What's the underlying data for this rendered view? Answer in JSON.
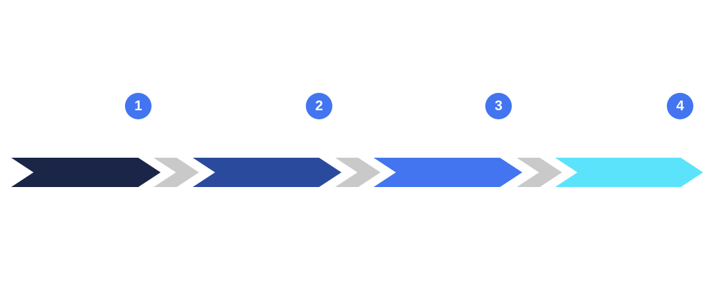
{
  "process": {
    "title": "",
    "badge_color": "#4275ef",
    "badge_text_color": "#ffffff",
    "connector_color": "#c9c9c9",
    "steps": [
      {
        "number": "1",
        "color": "#1a2547"
      },
      {
        "number": "2",
        "color": "#2a4b9d"
      },
      {
        "number": "3",
        "color": "#4275ef"
      },
      {
        "number": "4",
        "color": "#5be3fb"
      }
    ]
  }
}
